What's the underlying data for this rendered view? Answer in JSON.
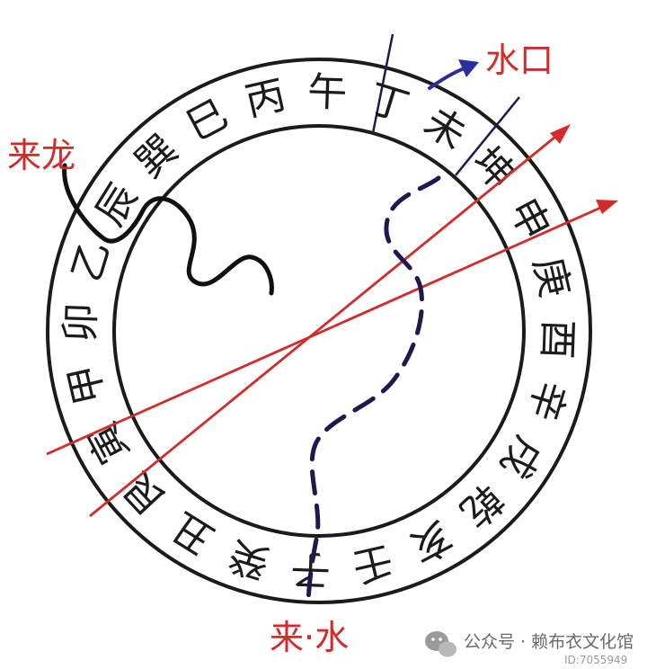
{
  "compass": {
    "ring_characters": [
      "丙",
      "午",
      "丁",
      "未",
      "坤",
      "申",
      "庚",
      "酉",
      "辛",
      "戌",
      "乾",
      "亥",
      "壬",
      "子",
      "癸",
      "丑",
      "艮",
      "寅",
      "甲",
      "卯",
      "乙",
      "辰",
      "巽",
      "巳"
    ]
  },
  "labels": {
    "incoming_dragon": "来龙",
    "water_outlet": "水口",
    "incoming_water": "来·水"
  },
  "watermark": {
    "text": "公众号 · 赖布衣文化馆",
    "id": "ID:7055949"
  },
  "colors": {
    "ring": "#1b1b1b",
    "axis_lines": "#d42a2a",
    "water_path": "#1e1a4f",
    "dragon_path": "#111111"
  }
}
